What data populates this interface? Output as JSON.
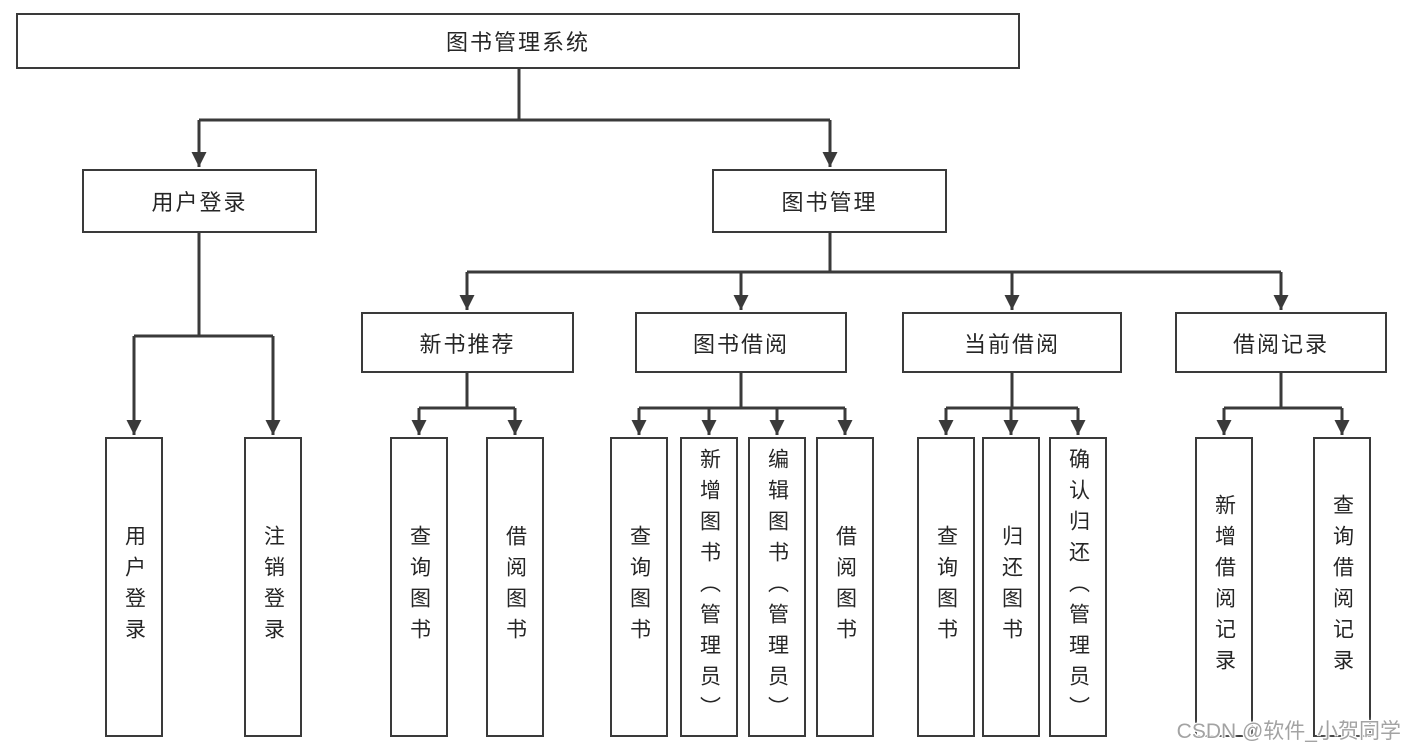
{
  "diagram": {
    "root": {
      "label": "图书管理系统"
    },
    "branches": [
      {
        "label": "用户登录",
        "leaves": [
          "用户登录",
          "注销登录"
        ]
      },
      {
        "label": "图书管理",
        "sections": [
          {
            "label": "新书推荐",
            "leaves": [
              "查询图书",
              "借阅图书"
            ]
          },
          {
            "label": "图书借阅",
            "leaves": [
              "查询图书",
              "新增图书（管理员）",
              "编辑图书（管理员）",
              "借阅图书"
            ]
          },
          {
            "label": "当前借阅",
            "leaves": [
              "查询图书",
              "归还图书",
              "确认归还（管理员）"
            ]
          },
          {
            "label": "借阅记录",
            "leaves": [
              "新增借阅记录",
              "查询借阅记录"
            ]
          }
        ]
      }
    ]
  },
  "watermark": {
    "text": "CSDN @软件_小贺同学"
  },
  "colors": {
    "line": "#3a3a3a",
    "box_border": "#3a3a3a",
    "text": "#262626",
    "watermark": "#a3a3a3",
    "background": "#ffffff"
  }
}
